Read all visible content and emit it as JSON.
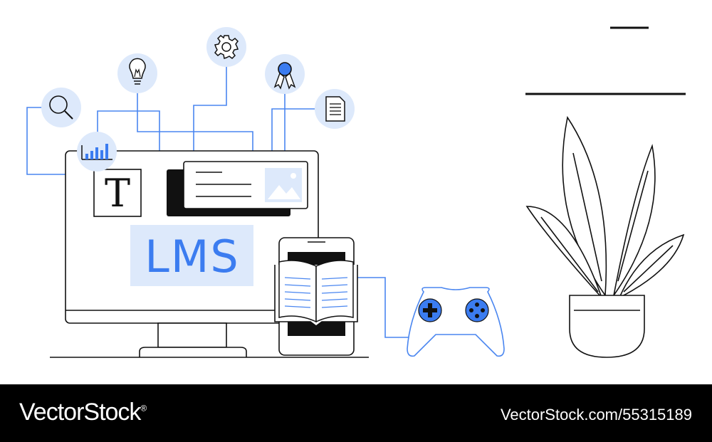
{
  "illustration": {
    "screen_label": "LMS",
    "text_tile_letter": "T"
  },
  "footer": {
    "brand": "VectorStock",
    "brand_mark": "®",
    "url": "VectorStock.com/55315189"
  },
  "colors": {
    "accent_blue": "#3b7cf0",
    "light_blue": "#dde9fb",
    "line_blue": "#4a86f0",
    "ink": "#111111",
    "footer_bg": "#000000"
  },
  "icons": [
    "search-icon",
    "lightbulb-icon",
    "gear-icon",
    "award-ribbon-icon",
    "document-icon",
    "bar-chart-icon",
    "image-icon",
    "open-book-icon",
    "gamepad-icon",
    "potted-plant-icon"
  ]
}
